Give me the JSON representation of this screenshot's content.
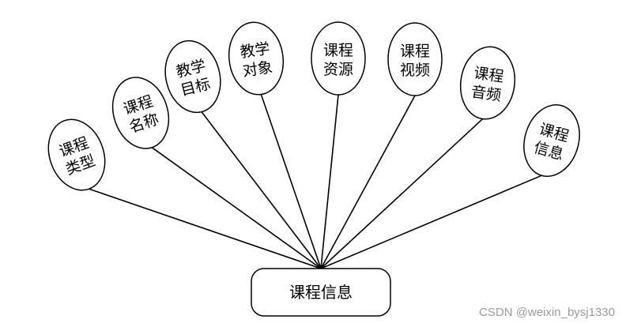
{
  "entity": {
    "label": "课程信息"
  },
  "attributes": [
    {
      "line1": "课程",
      "line2": "类型"
    },
    {
      "line1": "课程",
      "line2": "名称"
    },
    {
      "line1": "教学",
      "line2": "目标"
    },
    {
      "line1": "教学",
      "line2": "对象"
    },
    {
      "line1": "课程",
      "line2": "资源"
    },
    {
      "line1": "课程",
      "line2": "视频"
    },
    {
      "line1": "课程",
      "line2": "音频"
    },
    {
      "line1": "课程",
      "line2": "信息"
    }
  ],
  "watermark": "CSDN @weixin_bysj1330"
}
